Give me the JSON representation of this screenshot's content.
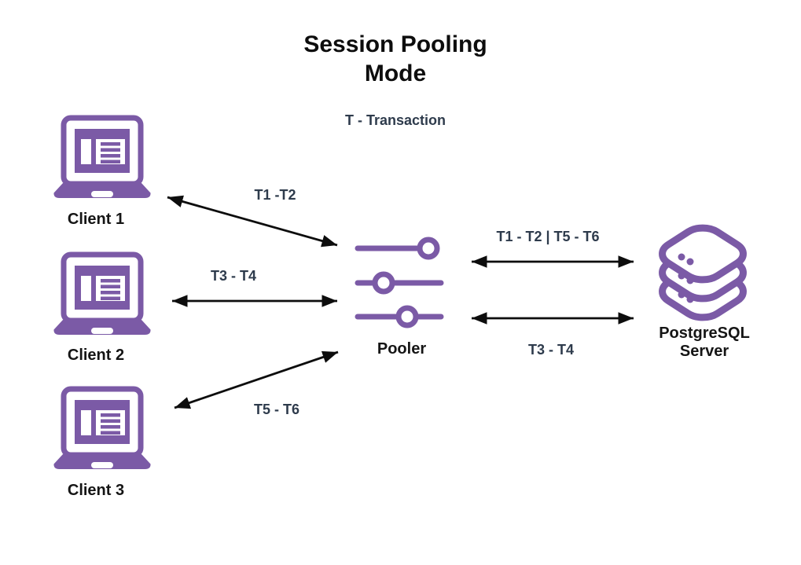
{
  "title": "Session Pooling Mode",
  "legend": "T - Transaction",
  "colors": {
    "icon_purple": "#7B5AA6",
    "label_dark": "#2E3B4C",
    "arrow": "#0D0D0D"
  },
  "nodes": {
    "clients": [
      {
        "label": "Client 1"
      },
      {
        "label": "Client 2"
      },
      {
        "label": "Client 3"
      }
    ],
    "pooler": {
      "label": "Pooler"
    },
    "server": {
      "label": "PostgreSQL Server"
    }
  },
  "connections": {
    "client1_pooler": {
      "label": "T1 -T2"
    },
    "client2_pooler": {
      "label": "T3 - T4"
    },
    "client3_pooler": {
      "label": "T5 - T6"
    },
    "pooler_server_top": {
      "label": "T1 - T2 | T5 - T6"
    },
    "pooler_server_bottom": {
      "label": "T3 - T4"
    }
  }
}
